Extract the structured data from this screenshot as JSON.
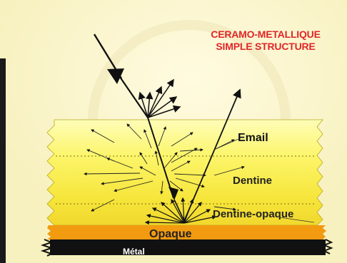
{
  "title": {
    "line1": "CERAMO-METALLIQUE",
    "line2": "SIMPLE STRUCTURE"
  },
  "layers": {
    "email": "Email",
    "dentine": "Dentine",
    "dentine_opaque": "Dentine-opaque",
    "opaque": "Opaque",
    "metal": "Métal"
  },
  "colors": {
    "background": "#fbf7cc",
    "title": "#e0262a",
    "email_layer": "#fdfb8a",
    "dentine_layer": "#f8e93a",
    "opaque_layer": "#f29a10",
    "metal_layer": "#111111"
  }
}
